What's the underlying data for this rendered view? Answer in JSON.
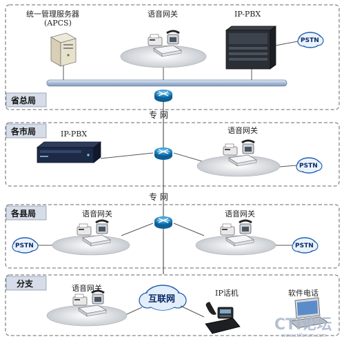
{
  "regions": {
    "province": "省总局",
    "city": "各市局",
    "county": "各县局",
    "branch": "分支"
  },
  "labels": {
    "apcs_line1": "统一管理服务器",
    "apcs_line2": "(APCS)",
    "voice_gateway": "语音网关",
    "ip_pbx": "IP-PBX",
    "ip_phone": "IP话机",
    "soft_phone": "软件电话",
    "private_net": "专  网",
    "internet": "互联网",
    "pstn": "PSTN"
  },
  "watermark": {
    "logo": "CTI论坛",
    "url": "www.ctiforum.com"
  },
  "colors": {
    "router": "#1a8fd1",
    "bus": "#b7c7dd",
    "cloud": "#1f7ad1",
    "frame": "#777777"
  }
}
